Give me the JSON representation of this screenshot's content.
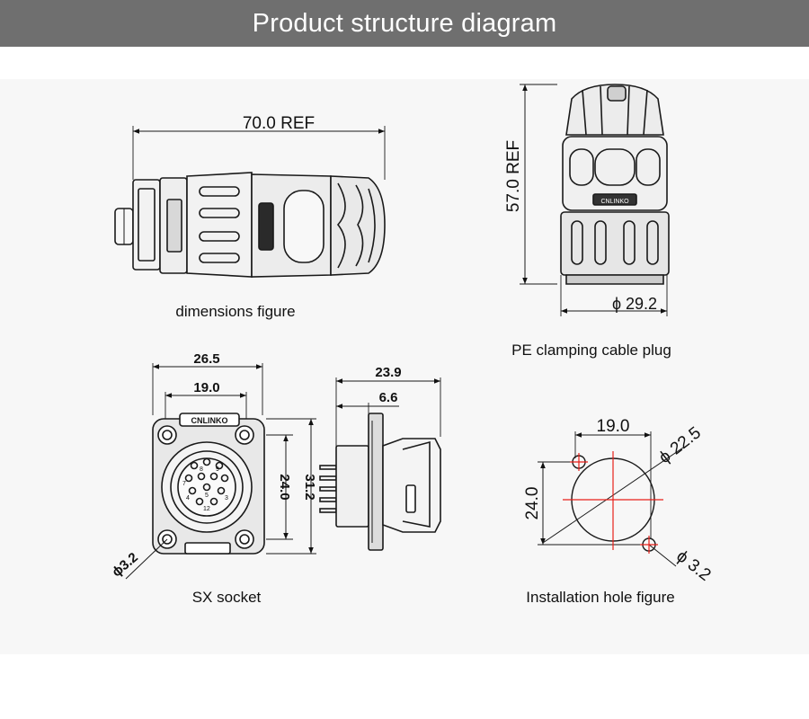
{
  "header": {
    "title": "Product structure diagram"
  },
  "views": {
    "dimensions": {
      "caption": "dimensions figure",
      "length_label": "70.0 REF"
    },
    "plug": {
      "caption": "PE  clamping cable plug",
      "height_label": "57.0 REF",
      "diameter_label": "ϕ 29.2",
      "logo_text": "CNLINKO"
    },
    "socket": {
      "caption": "SX  socket",
      "width_outer": "26.5",
      "width_inner": "19.0",
      "height_inner": "24.0",
      "height_outer": "31.2",
      "hole_diameter": "ϕ3.2",
      "logo_text": "CNLINKO",
      "pin_labels": [
        "8",
        "9",
        "7",
        "5",
        "4",
        "3",
        "12"
      ]
    },
    "socket_side": {
      "depth_total": "23.9",
      "depth_flange": "6.6"
    },
    "hole": {
      "caption": "Installation hole figure",
      "width": "19.0",
      "height": "24.0",
      "large_diameter": "ϕ 22.5",
      "small_diameter": "ϕ 3.2"
    }
  },
  "colors": {
    "header_bg": "#6f6f6f",
    "centerline": "#e8201a",
    "line": "#1a1a1a"
  }
}
